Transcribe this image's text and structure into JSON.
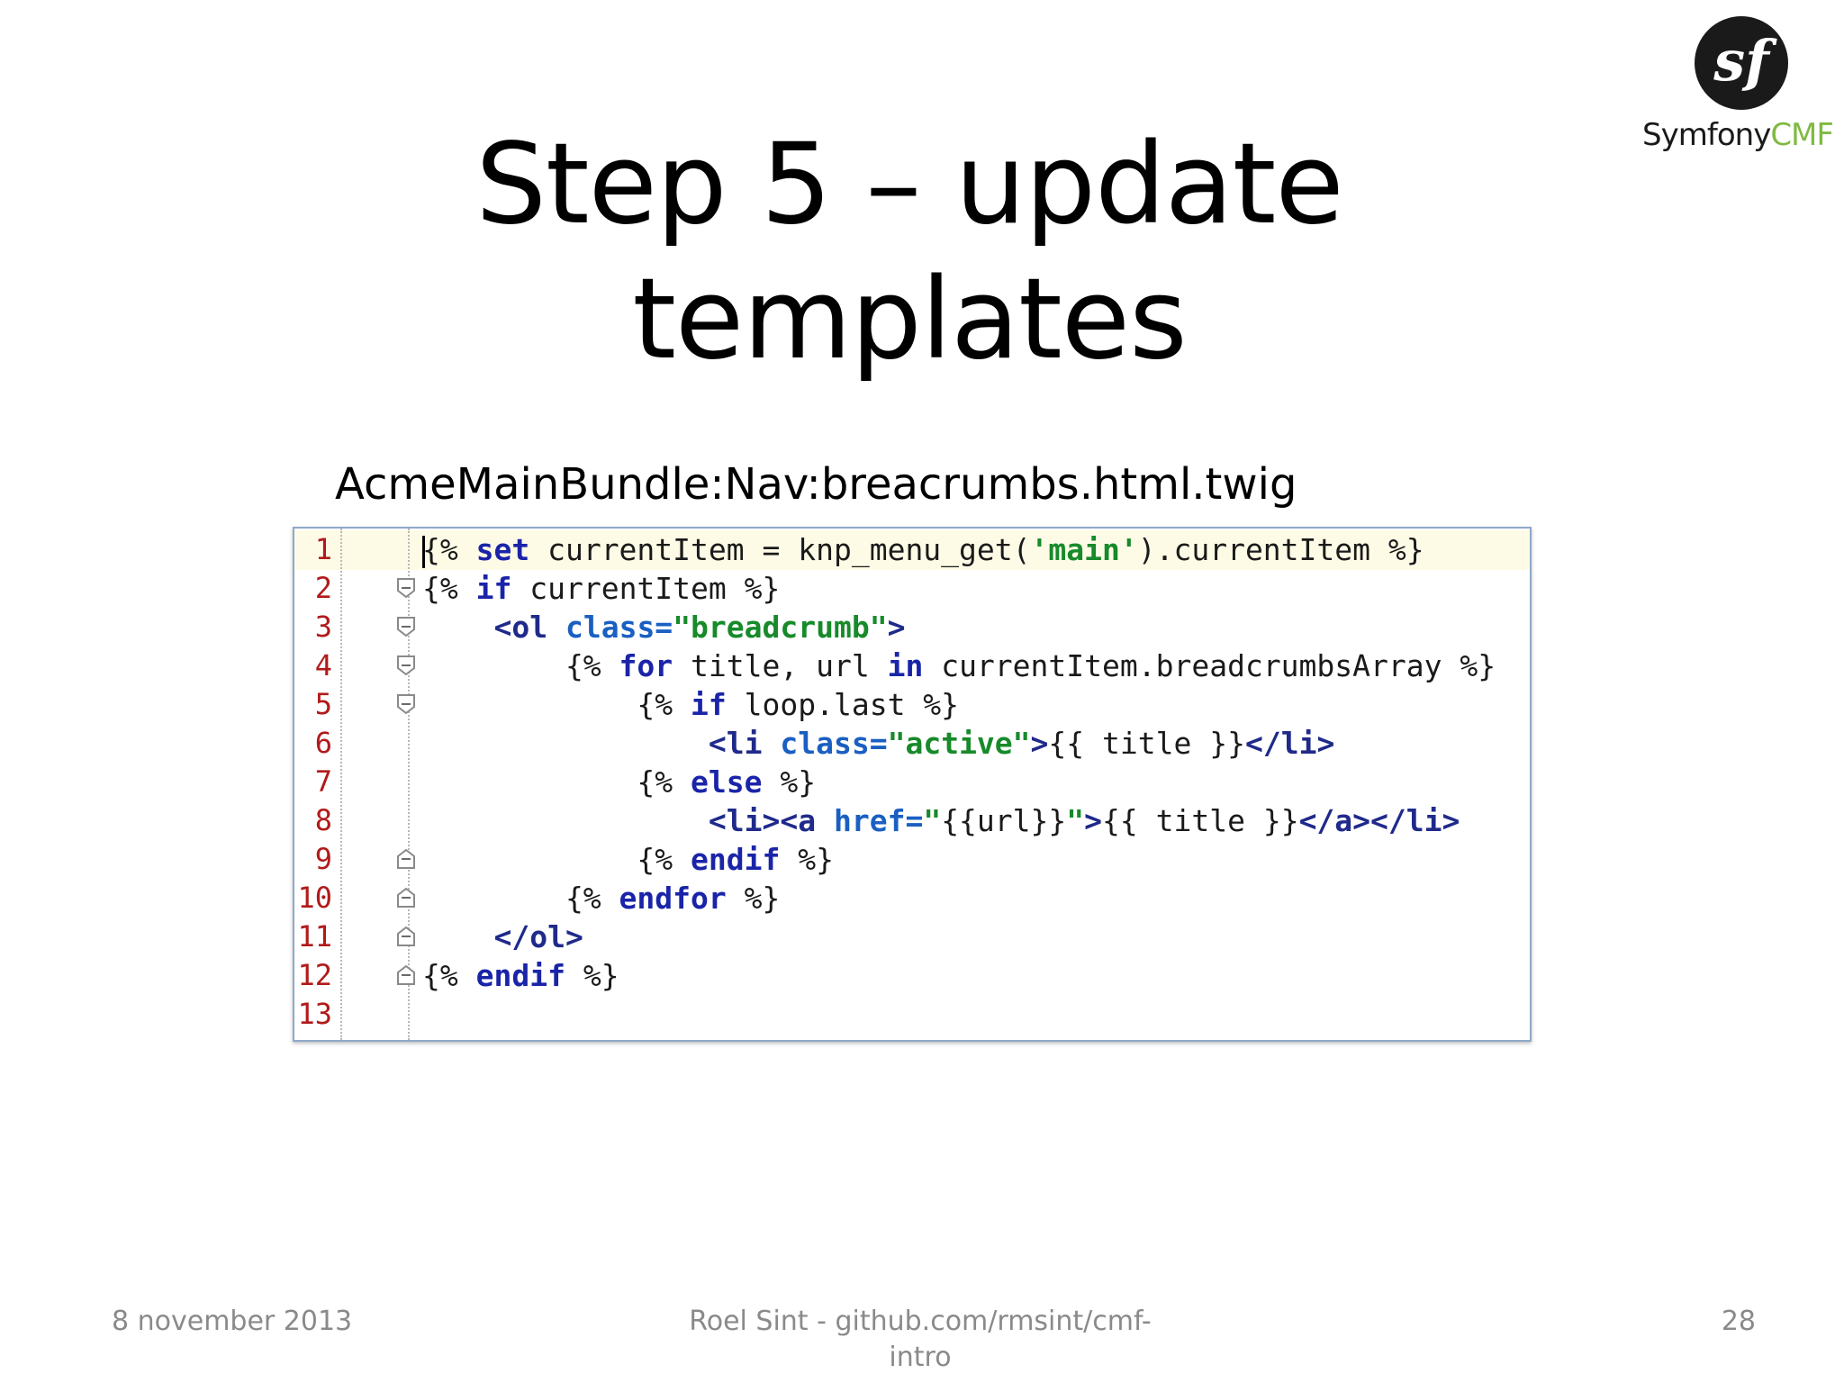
{
  "slide": {
    "title": "Step 5 – update templates",
    "file_label": "AcmeMainBundle:Nav:breacrumbs.html.twig"
  },
  "logo": {
    "glyph": "sf",
    "word1": "Symfony",
    "word2": "CMF",
    "colors": {
      "circle": "#1a1a1a",
      "word2": "#7fba42"
    }
  },
  "editor": {
    "line_numbers": [
      "1",
      "2",
      "3",
      "4",
      "5",
      "6",
      "7",
      "8",
      "9",
      "10",
      "11",
      "12",
      "13"
    ],
    "fold_markers": [
      "none",
      "open",
      "open",
      "open",
      "open",
      "none",
      "none",
      "none",
      "close",
      "close",
      "close",
      "close",
      "none"
    ],
    "lines": [
      [
        {
          "t": "{% ",
          "c": "plain"
        },
        {
          "t": "set",
          "c": "kw"
        },
        {
          "t": " currentItem = knp_menu_get(",
          "c": "plain"
        },
        {
          "t": "'main'",
          "c": "str"
        },
        {
          "t": ").currentItem %}",
          "c": "plain"
        }
      ],
      [
        {
          "t": "{% ",
          "c": "plain"
        },
        {
          "t": "if",
          "c": "kw"
        },
        {
          "t": " currentItem %}",
          "c": "plain"
        }
      ],
      [
        {
          "t": "    ",
          "c": "plain"
        },
        {
          "t": "<ol ",
          "c": "tag"
        },
        {
          "t": "class=",
          "c": "attr"
        },
        {
          "t": "\"breadcrumb\"",
          "c": "str"
        },
        {
          "t": ">",
          "c": "tag"
        }
      ],
      [
        {
          "t": "        {% ",
          "c": "plain"
        },
        {
          "t": "for",
          "c": "kw"
        },
        {
          "t": " title, url ",
          "c": "plain"
        },
        {
          "t": "in",
          "c": "kw"
        },
        {
          "t": " currentItem.breadcrumbsArray %}",
          "c": "plain"
        }
      ],
      [
        {
          "t": "            {% ",
          "c": "plain"
        },
        {
          "t": "if",
          "c": "kw"
        },
        {
          "t": " loop.last %}",
          "c": "plain"
        }
      ],
      [
        {
          "t": "                ",
          "c": "plain"
        },
        {
          "t": "<li ",
          "c": "tag"
        },
        {
          "t": "class=",
          "c": "attr"
        },
        {
          "t": "\"active\"",
          "c": "str"
        },
        {
          "t": ">",
          "c": "tag"
        },
        {
          "t": "{{ title }}",
          "c": "plain"
        },
        {
          "t": "</li>",
          "c": "tag"
        }
      ],
      [
        {
          "t": "            {% ",
          "c": "plain"
        },
        {
          "t": "else",
          "c": "kw"
        },
        {
          "t": " %}",
          "c": "plain"
        }
      ],
      [
        {
          "t": "                ",
          "c": "plain"
        },
        {
          "t": "<li><a ",
          "c": "tag"
        },
        {
          "t": "href=",
          "c": "attr"
        },
        {
          "t": "\"",
          "c": "str"
        },
        {
          "t": "{{url}}",
          "c": "plain"
        },
        {
          "t": "\"",
          "c": "str"
        },
        {
          "t": ">",
          "c": "tag"
        },
        {
          "t": "{{ title }}",
          "c": "plain"
        },
        {
          "t": "</a></li>",
          "c": "tag"
        }
      ],
      [
        {
          "t": "            {% ",
          "c": "plain"
        },
        {
          "t": "endif",
          "c": "kw"
        },
        {
          "t": " %}",
          "c": "plain"
        }
      ],
      [
        {
          "t": "        {% ",
          "c": "plain"
        },
        {
          "t": "endfor",
          "c": "kw"
        },
        {
          "t": " %}",
          "c": "plain"
        }
      ],
      [
        {
          "t": "    ",
          "c": "plain"
        },
        {
          "t": "</ol>",
          "c": "tag"
        }
      ],
      [
        {
          "t": "{% ",
          "c": "plain"
        },
        {
          "t": "endif",
          "c": "kw"
        },
        {
          "t": " %}",
          "c": "plain"
        }
      ],
      [
        {
          "t": "",
          "c": "plain"
        }
      ]
    ]
  },
  "footer": {
    "date": "8 november 2013",
    "center": "Roel Sint - github.com/rmsint/cmf-intro",
    "page": "28"
  }
}
